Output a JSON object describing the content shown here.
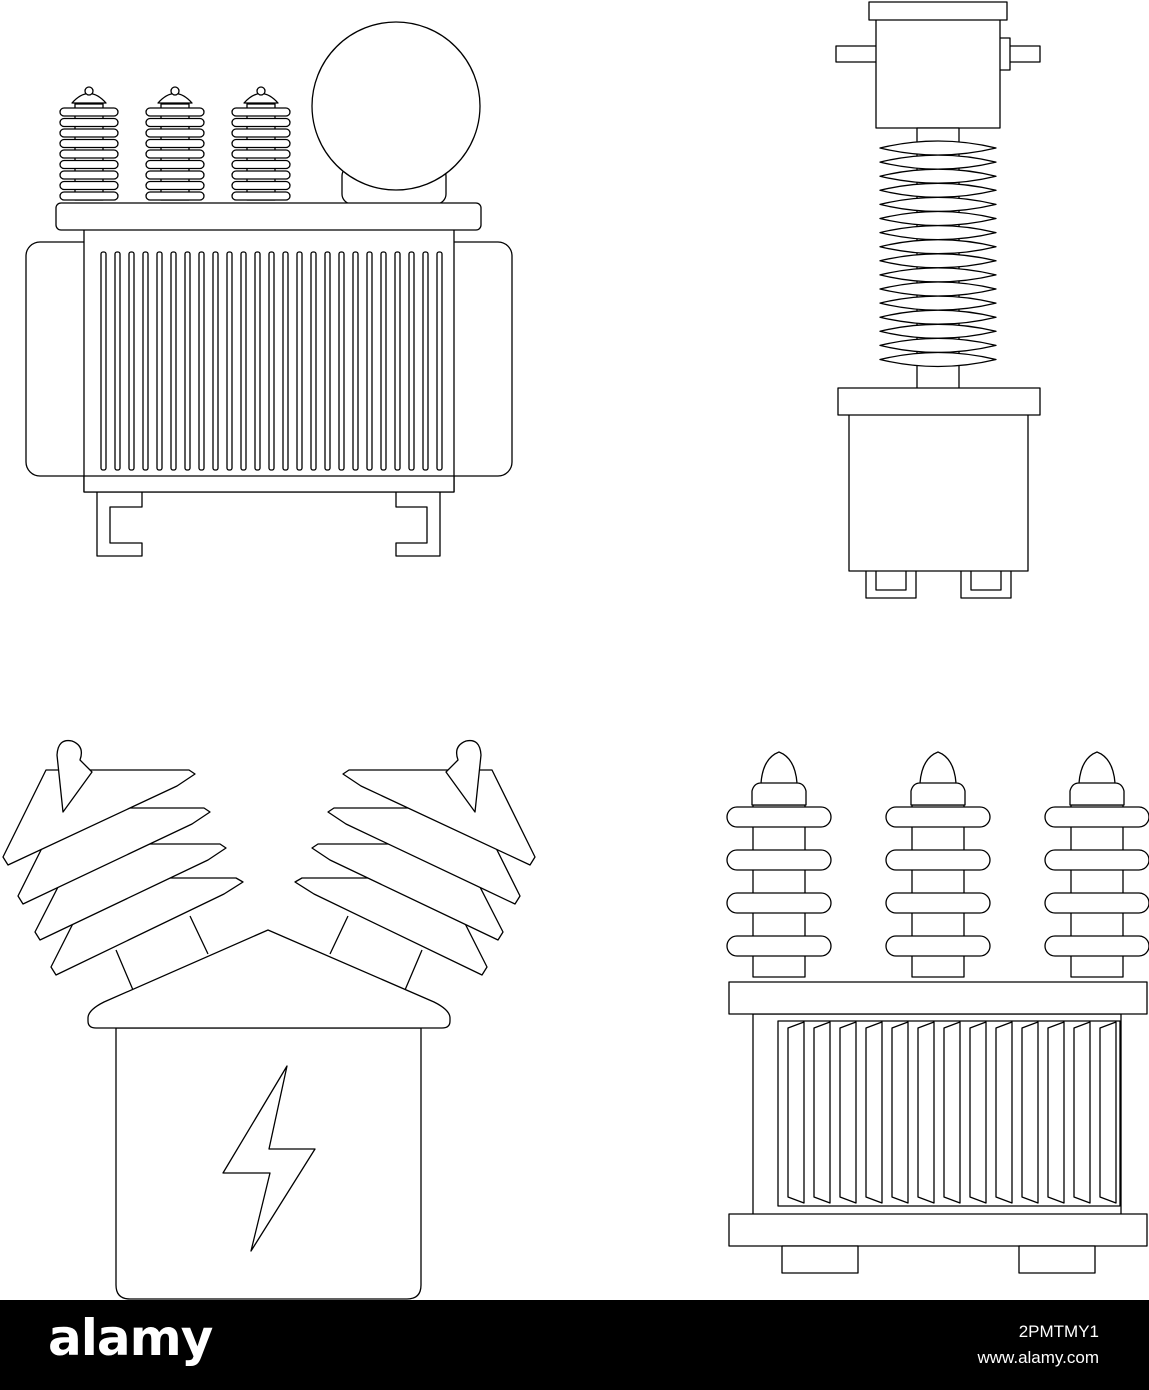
{
  "illustration": {
    "items": [
      {
        "name": "oil-filled-power-transformer",
        "insulator_count": 3,
        "cooling_fin_count": 25
      },
      {
        "name": "single-bushing-instrument-transformer",
        "shed_count": 16
      },
      {
        "name": "pole-mounted-transformer",
        "symbol": "lightning-bolt-icon"
      },
      {
        "name": "radiator-transformer",
        "insulator_count": 3,
        "radiator_fin_count": 13
      }
    ],
    "line_color": "#000000",
    "background_color": "#ffffff"
  },
  "footer": {
    "background_color": "#000000",
    "text_color": "#ffffff",
    "brand": "alamy",
    "image_id": "2PMTMY1",
    "url": "www.alamy.com"
  }
}
